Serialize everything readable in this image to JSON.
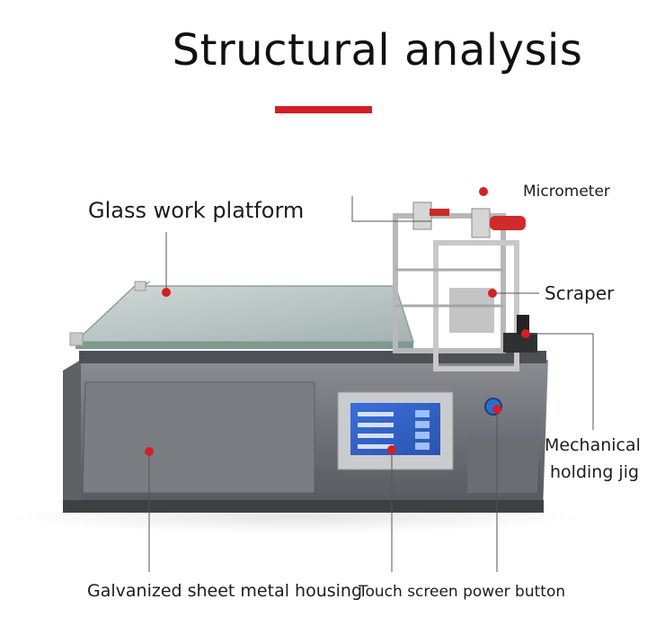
{
  "title": "Structural analysis",
  "accent_color": "#d31f26",
  "labels": {
    "glass_platform": "Glass work platform",
    "micrometer": "Micrometer",
    "scraper": "Scraper",
    "holding_jig_line1": "Mechanical",
    "holding_jig_line2": "holding jig",
    "housing": "Galvanized sheet metal housing",
    "power_button": "Touch screen power button"
  }
}
